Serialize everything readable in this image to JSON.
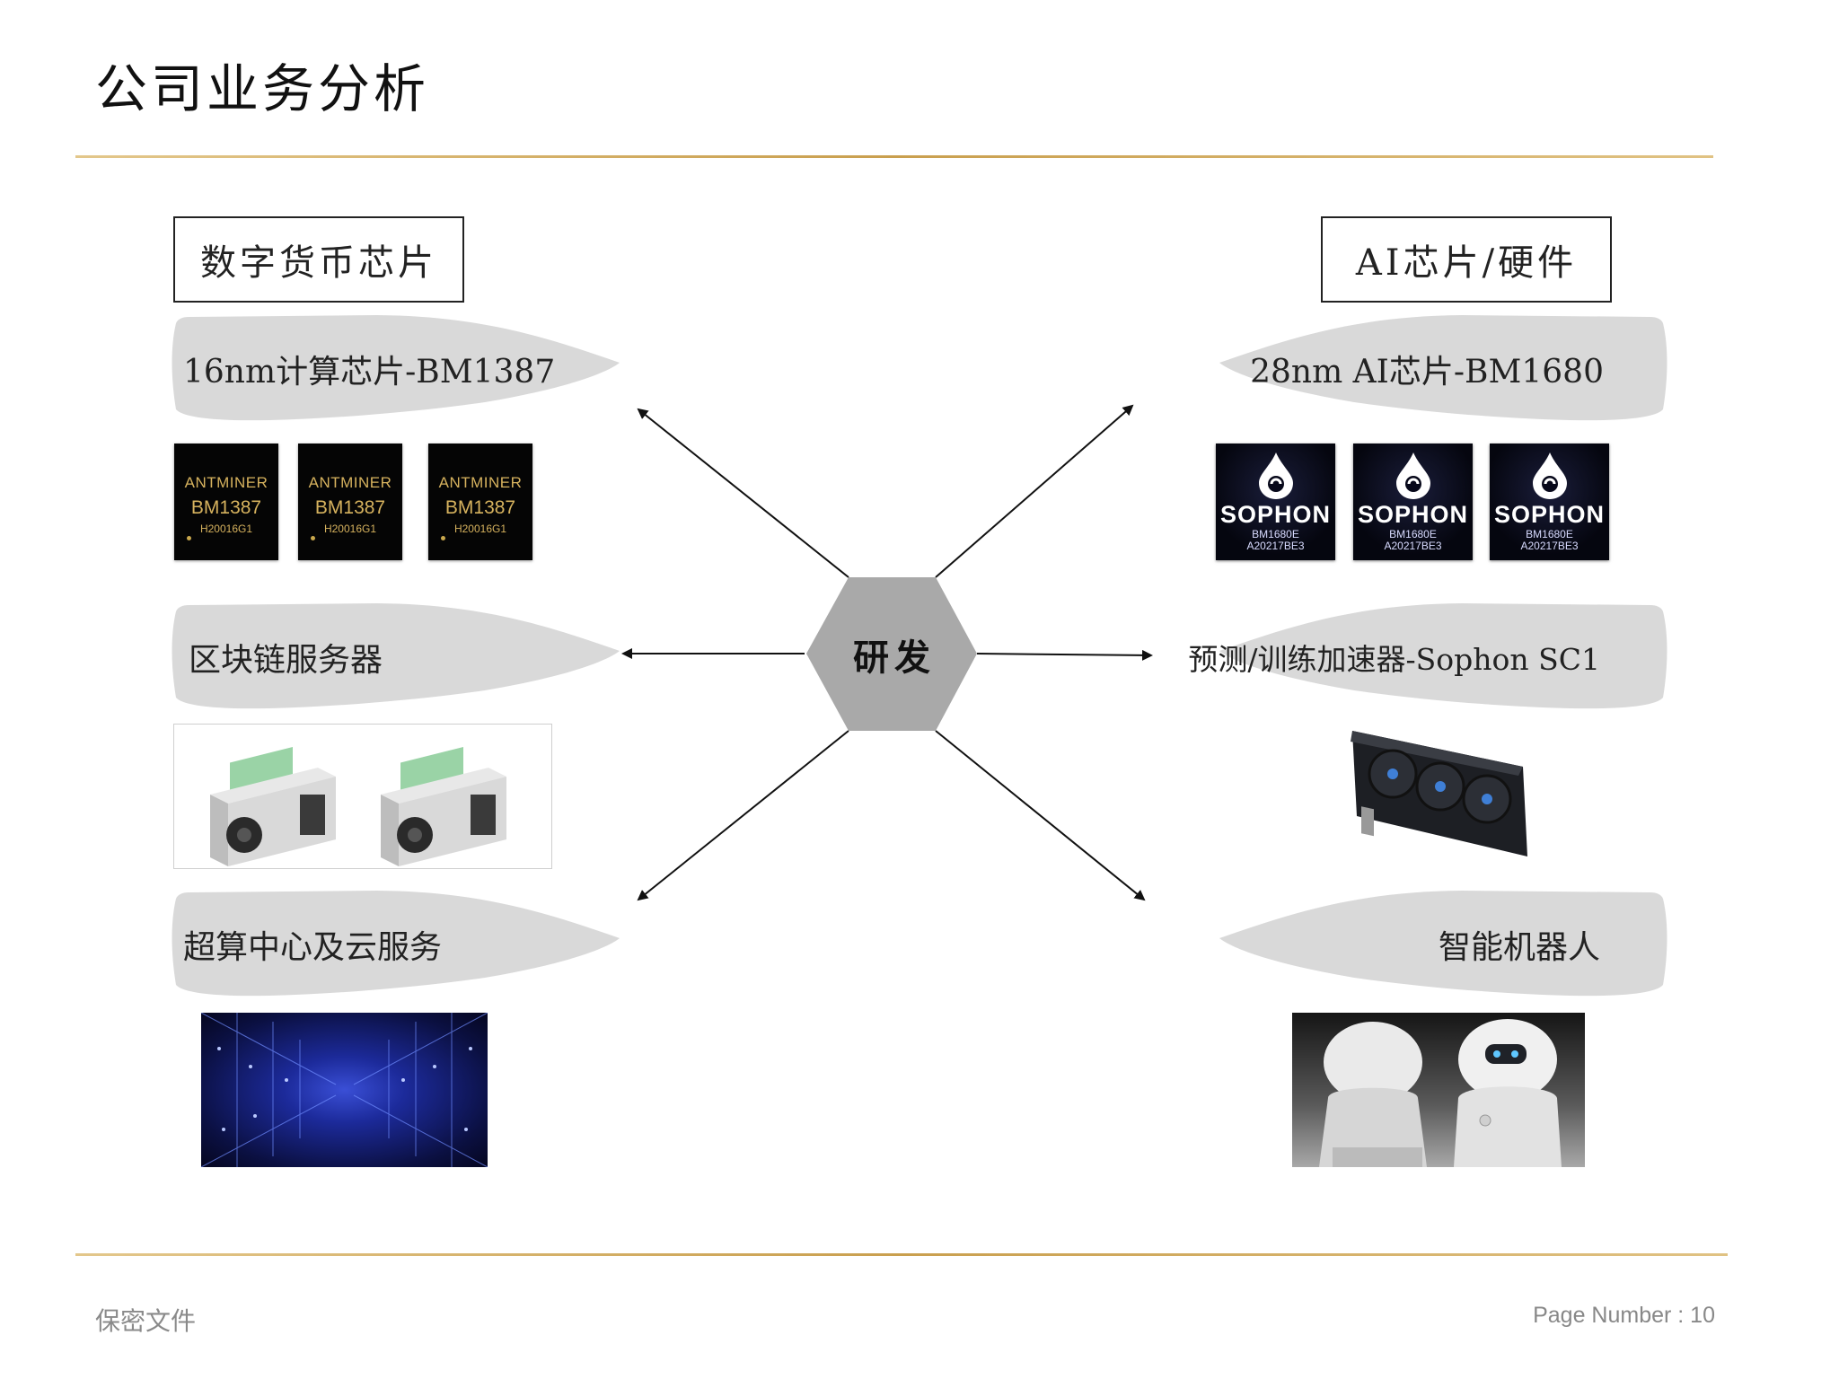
{
  "title": "公司业务分析",
  "left_heading": "数字货币芯片",
  "right_heading": "AI芯片/硬件",
  "center": "研发",
  "left_items": [
    "16nm计算芯片-BM1387",
    "区块链服务器",
    "超算中心及云服务"
  ],
  "right_items": [
    "28nm AI芯片-BM1680",
    "预测/训练加速器-Sophon SC1",
    "智能机器人"
  ],
  "antminer_chip": {
    "brand": "ANTMINER",
    "model": "BM1387",
    "code": "H20016G1"
  },
  "sophon_chip": {
    "brand": "SOPHON",
    "model": "BM1680E",
    "code": "A20217BE3"
  },
  "footer": {
    "left": "保密文件",
    "right": "Page Number : 10"
  },
  "colors": {
    "accent_line": "#d4aa5c",
    "shape_fill": "#d9d9d9",
    "hexagon": "#a9a9a9"
  }
}
